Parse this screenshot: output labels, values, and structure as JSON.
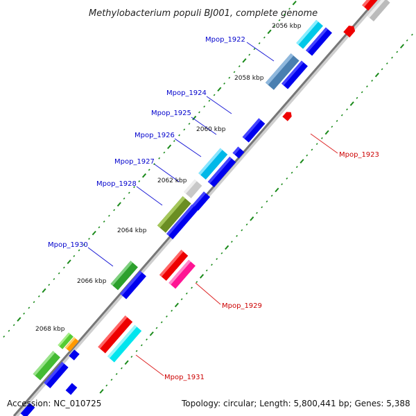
{
  "title": "Methylobacterium populi BJ001, complete genome",
  "footer": {
    "accession": "Accession: NC_010725",
    "summary": "Topology: circular; Length: 5,800,441 bp; Genes: 5,388"
  },
  "colors": {
    "backbone": "#777777",
    "label_forward": "#0000cc",
    "label_reverse": "#cc0000",
    "leader": "#1a1ad6",
    "leader_reverse": "#dd2222",
    "tick": "#1a8a1a"
  },
  "ruler_labels": [
    "2056 kbp",
    "2058 kbp",
    "2060 kbp",
    "2062 kbp",
    "2064 kbp",
    "2066 kbp",
    "2068 kbp"
  ],
  "gene_labels": [
    {
      "text": "Mpop_1922",
      "strand": "forward"
    },
    {
      "text": "Mpop_1924",
      "strand": "forward"
    },
    {
      "text": "Mpop_1925",
      "strand": "forward"
    },
    {
      "text": "Mpop_1926",
      "strand": "forward"
    },
    {
      "text": "Mpop_1927",
      "strand": "forward"
    },
    {
      "text": "Mpop_1928",
      "strand": "forward"
    },
    {
      "text": "Mpop_1930",
      "strand": "forward"
    },
    {
      "text": "Mpop_1923",
      "strand": "reverse"
    },
    {
      "text": "Mpop_1929",
      "strand": "reverse"
    },
    {
      "text": "Mpop_1931",
      "strand": "reverse"
    }
  ],
  "features": [
    {
      "kind": "cds",
      "strand": "forward",
      "color": "#0000ee"
    },
    {
      "kind": "cds",
      "strand": "forward",
      "color": "#00c8e8"
    },
    {
      "kind": "cds",
      "strand": "forward",
      "color": "#4a7fb0"
    },
    {
      "kind": "cds",
      "strand": "forward",
      "color": "#0000ee"
    },
    {
      "kind": "cds",
      "strand": "forward",
      "color": "#00b8e8"
    },
    {
      "kind": "cds",
      "strand": "forward",
      "color": "#cccccc"
    },
    {
      "kind": "cds",
      "strand": "forward",
      "color": "#6b8e23"
    },
    {
      "kind": "cds",
      "strand": "forward",
      "color": "#2ca02c"
    },
    {
      "kind": "cds",
      "strand": "forward",
      "color": "#ff9900"
    },
    {
      "kind": "cds",
      "strand": "forward",
      "color": "#66cc44"
    },
    {
      "kind": "cds",
      "strand": "reverse",
      "color": "#ee0000"
    },
    {
      "kind": "cds",
      "strand": "reverse",
      "color": "#ff1493"
    },
    {
      "kind": "cds",
      "strand": "reverse",
      "color": "#00e5ee"
    }
  ]
}
